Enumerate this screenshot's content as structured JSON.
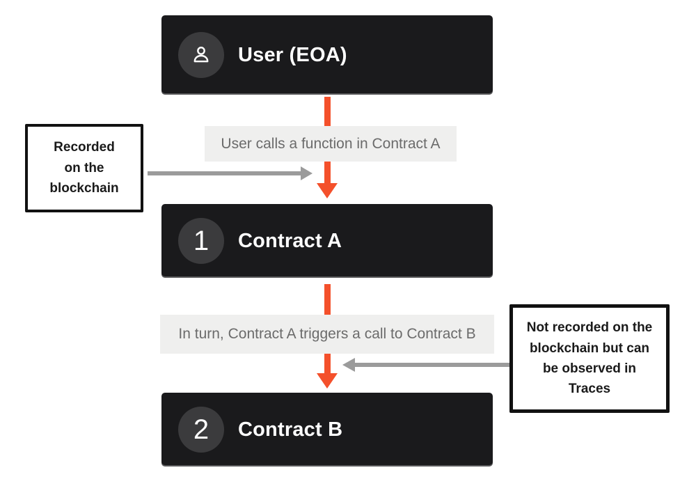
{
  "diagram": {
    "nodes": [
      {
        "id": "user",
        "icon": "user-icon",
        "title": "User (EOA)"
      },
      {
        "id": "contract-a",
        "badge": "1",
        "title": "Contract A"
      },
      {
        "id": "contract-b",
        "badge": "2",
        "title": "Contract B"
      }
    ],
    "edge_labels": [
      "User calls a function in Contract A",
      "In turn, Contract A triggers a call to Contract B"
    ],
    "callouts": [
      {
        "side": "left",
        "text": "Recorded\non the\nblockchain"
      },
      {
        "side": "right",
        "text": "Not recorded on the\nblockchain but can\nbe observed in\nTraces"
      }
    ],
    "colors": {
      "accent": "#F4502B",
      "node_bg": "#1A1A1C",
      "badge_bg": "#3B3B3D",
      "node_text": "#FFFFFF",
      "label_bg": "#EFEFEE",
      "label_text": "#6B6B6B",
      "arrow_gray": "#9B9B9B",
      "callout_border": "#111111",
      "callout_text": "#1A1A1A",
      "background": "#FFFFFF"
    }
  }
}
